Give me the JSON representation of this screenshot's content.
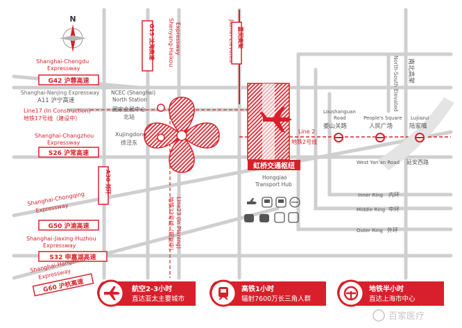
{
  "compass": {
    "north": "N"
  },
  "routes": {
    "g42": {
      "name": "Shanghai-Chengdu Expressway",
      "line1": "Shanghai-Chengdu",
      "line2": "Expressway",
      "code": "G42 沪蓉高速"
    },
    "a11": {
      "en": "Shanghai-Nanjing Expressway",
      "code": "A11 沪宁高速"
    },
    "line17": {
      "en": "Line17 (In Construction)",
      "cn": "地铁17号线（建设中）"
    },
    "s26": {
      "line1": "Shanghai-Changzhou",
      "line2": "Expressway",
      "code": "S26 沪常高速"
    },
    "a30": {
      "code": "A30 郊环"
    },
    "g50": {
      "line1": "Shanghai-Chongqing",
      "line2": "Expressway",
      "code": "G50 沪渝高速"
    },
    "s32": {
      "line1": "Shanghai-Jiaxing-Huzhou",
      "line2": "Expressway",
      "code": "S32 申嘉湖高速"
    },
    "g60": {
      "line1": "Shanghai-Hangzhou",
      "line2": "Expressway",
      "code": "G60 沪杭高速"
    },
    "g15": {
      "code": "G15 沈海高速"
    },
    "shenhai": {
      "line1": "Shenyang-Haikou",
      "line2": "Expressway"
    },
    "jiamin": {
      "en": "Jiamin Elevated",
      "cn": "嘉闵高架"
    },
    "northsouth": {
      "en": "North-South Elevated",
      "cn": "南北高架"
    },
    "line23": {
      "en": "Line23 (In Planing)",
      "cn": "地铁23号线（规划中）"
    },
    "line2": {
      "en": "Line 2",
      "cn": "地铁2号线"
    },
    "westyanan": {
      "en": "West Yan'an Road",
      "cn": "延安西路"
    },
    "innerring": {
      "en": "Inner Ring",
      "cn": "内环"
    },
    "middlering": {
      "en": "Middle Ring",
      "cn": "中环"
    },
    "outerring": {
      "en": "Outer Ring",
      "cn": "外环"
    }
  },
  "places": {
    "ncec": {
      "line1": "NCEC (Shanghai)",
      "line2": "North Station",
      "cn1": "国家会展中心",
      "cn2": "北站"
    },
    "xujingdong": {
      "en": "Xujingdong",
      "cn": "徐泾东"
    },
    "hub": {
      "cn": "虹桥交通枢纽",
      "en1": "Hongqiao",
      "en2": "Transport Hub"
    },
    "loushanguan": {
      "en1": "Loushanguan",
      "en2": "Road",
      "cn": "娄山关路"
    },
    "peoplessquare": {
      "en": "People's Square",
      "cn": "人民广场"
    },
    "lujiazui": {
      "en": "Lujiazui",
      "cn": "陆家嘴"
    }
  },
  "banner": [
    {
      "icon": "airplane-icon",
      "line1": "航空2-3小时",
      "line2": "直达亚太主要城市"
    },
    {
      "icon": "train-icon",
      "line1": "高铁1小时",
      "line2": "辐射7600万长三角人群"
    },
    {
      "icon": "metro-icon",
      "line1": "地铁半小时",
      "line2": "直达上海市中心"
    }
  ],
  "watermark": "百家医疗",
  "colors": {
    "accent": "#d7202b",
    "road": "#c9c9c9",
    "text": "#555555"
  }
}
